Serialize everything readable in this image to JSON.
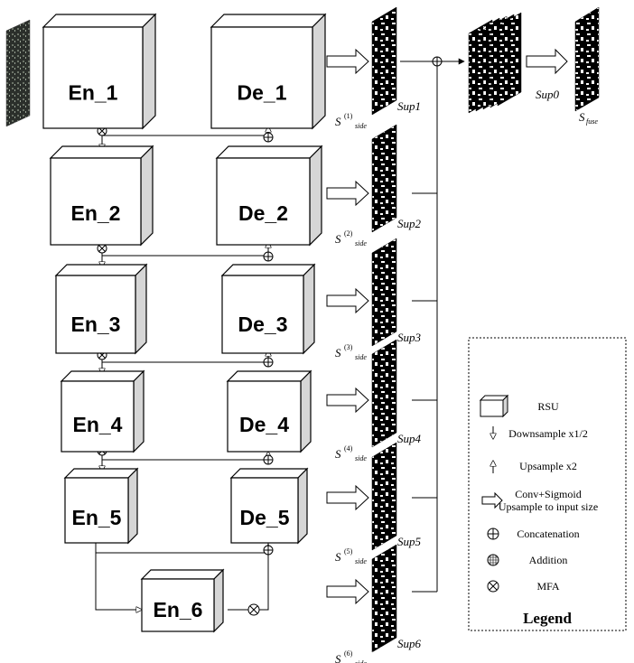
{
  "encoder": [
    "En_1",
    "En_2",
    "En_3",
    "En_4",
    "En_5",
    "En_6"
  ],
  "decoder": [
    "De_1",
    "De_2",
    "De_3",
    "De_4",
    "De_5"
  ],
  "sides": [
    {
      "sup": "Sup1",
      "side_prefix": "S",
      "side_sup": "(1)",
      "side_sub": "side"
    },
    {
      "sup": "Sup2",
      "side_prefix": "S",
      "side_sup": "(2)",
      "side_sub": "side"
    },
    {
      "sup": "Sup3",
      "side_prefix": "S",
      "side_sup": "(3)",
      "side_sub": "side"
    },
    {
      "sup": "Sup4",
      "side_prefix": "S",
      "side_sup": "(4)",
      "side_sub": "side"
    },
    {
      "sup": "Sup5",
      "side_prefix": "S",
      "side_sup": "(5)",
      "side_sub": "side"
    },
    {
      "sup": "Sup6",
      "side_prefix": "S",
      "side_sup": "(6)",
      "side_sub": "side"
    }
  ],
  "fuse": {
    "sup": "Sup0",
    "side_prefix": "S",
    "side_sub": "fuse"
  },
  "legend": {
    "title": "Legend",
    "items": [
      {
        "icon": "rsu-cube-icon",
        "lines": [
          "RSU"
        ]
      },
      {
        "icon": "down-arrow-icon",
        "lines": [
          "Downsample x1/2"
        ]
      },
      {
        "icon": "up-arrow-icon",
        "lines": [
          "Upsample x2"
        ]
      },
      {
        "icon": "hollow-arrow-icon",
        "lines": [
          "Conv+Sigmoid",
          "Upsample to input size"
        ]
      },
      {
        "icon": "concat-icon",
        "lines": [
          "Concatenation"
        ]
      },
      {
        "icon": "addition-icon",
        "lines": [
          "Addition"
        ]
      },
      {
        "icon": "mfa-icon",
        "lines": [
          "MFA"
        ]
      }
    ]
  }
}
